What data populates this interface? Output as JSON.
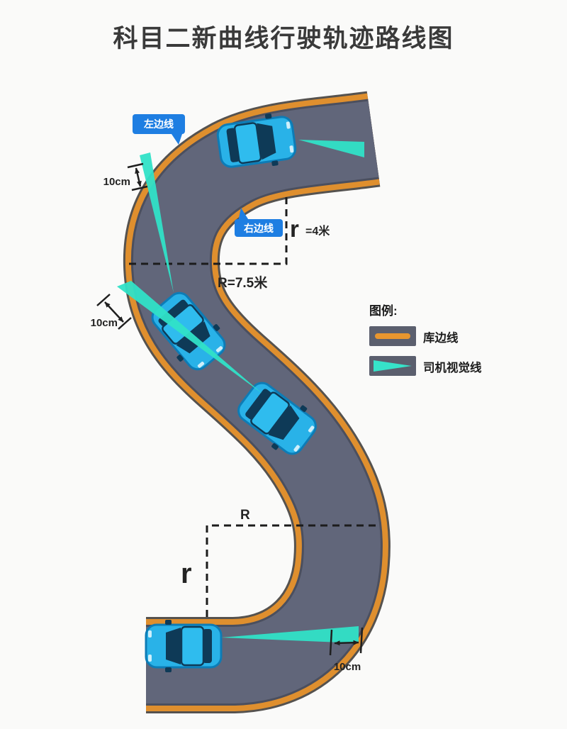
{
  "title": "科目二新曲线行驶轨迹路线图",
  "callouts": {
    "left_edge": "左边线",
    "right_edge": "右边线"
  },
  "measurements": {
    "top_inner_radius_symbol": "r",
    "top_inner_radius_value": "=4米",
    "top_outer_radius": "R=7.5米",
    "bottom_outer_radius_symbol": "R",
    "bottom_inner_radius_symbol": "r",
    "top_gap": "10cm",
    "middle_gap": "10cm",
    "bottom_gap": "10cm"
  },
  "legend": {
    "heading": "图例:",
    "items": [
      {
        "name": "edge-line",
        "label": "库边线"
      },
      {
        "name": "sight-line",
        "label": "司机视觉线"
      }
    ]
  },
  "colors": {
    "road_surface": "#61667a",
    "road_edge": "#df8f2e",
    "car_body": "#29b2e8",
    "sight_line": "#30e2c7",
    "callout_bg": "#1e7ee2"
  }
}
